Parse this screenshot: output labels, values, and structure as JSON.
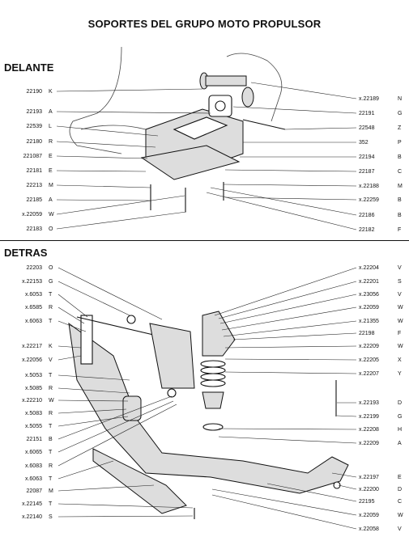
{
  "title": "SOPORTES DEL GRUPO MOTO PROPULSOR",
  "front": {
    "heading": "DELANTE",
    "left": [
      {
        "num": "22190",
        "letter": "K"
      },
      {
        "num": "22193",
        "letter": "A"
      },
      {
        "num": "22539",
        "letter": "L"
      },
      {
        "num": "22180",
        "letter": "R"
      },
      {
        "num": "221087",
        "letter": "E"
      },
      {
        "num": "22181",
        "letter": "E"
      },
      {
        "num": "22213",
        "letter": "M"
      },
      {
        "num": "22185",
        "letter": "A"
      },
      {
        "num": "x.22059",
        "letter": "W"
      },
      {
        "num": "22183",
        "letter": "O"
      }
    ],
    "right": [
      {
        "num": "x.22189",
        "letter": "N"
      },
      {
        "num": "22191",
        "letter": "G"
      },
      {
        "num": "22548",
        "letter": "Z"
      },
      {
        "num": "352",
        "letter": "P"
      },
      {
        "num": "22194",
        "letter": "B"
      },
      {
        "num": "22187",
        "letter": "C"
      },
      {
        "num": "x.22188",
        "letter": "M"
      },
      {
        "num": "x.22259",
        "letter": "B"
      },
      {
        "num": "22186",
        "letter": "B"
      },
      {
        "num": "22182",
        "letter": "F"
      }
    ]
  },
  "rear": {
    "heading": "DETRAS",
    "left": [
      {
        "num": "22203",
        "letter": "O"
      },
      {
        "num": "x.22153",
        "letter": "G"
      },
      {
        "num": "x.6053",
        "letter": "T"
      },
      {
        "num": "x.6585",
        "letter": "R"
      },
      {
        "num": "x.6063",
        "letter": "T"
      },
      {
        "num": "x.22217",
        "letter": "K"
      },
      {
        "num": "x.22056",
        "letter": "V"
      },
      {
        "num": "x.5053",
        "letter": "T"
      },
      {
        "num": "x.5085",
        "letter": "R"
      },
      {
        "num": "x.22210",
        "letter": "W"
      },
      {
        "num": "x.5083",
        "letter": "R"
      },
      {
        "num": "x.5055",
        "letter": "T"
      },
      {
        "num": "22151",
        "letter": "B"
      },
      {
        "num": "x.6065",
        "letter": "T"
      },
      {
        "num": "x.6083",
        "letter": "R"
      },
      {
        "num": "x.6063",
        "letter": "T"
      },
      {
        "num": "22087",
        "letter": "M"
      },
      {
        "num": "x.22145",
        "letter": "T"
      },
      {
        "num": "x.22140",
        "letter": "S"
      }
    ],
    "right": [
      {
        "num": "x.22204",
        "letter": "V"
      },
      {
        "num": "x.22201",
        "letter": "S"
      },
      {
        "num": "x.23056",
        "letter": "V"
      },
      {
        "num": "x.22059",
        "letter": "W"
      },
      {
        "num": "x.21355",
        "letter": "W"
      },
      {
        "num": "22198",
        "letter": "F"
      },
      {
        "num": "x.22209",
        "letter": "W"
      },
      {
        "num": "x.22205",
        "letter": "X"
      },
      {
        "num": "x.22207",
        "letter": "Y"
      },
      {
        "num": "x.22193",
        "letter": "D"
      },
      {
        "num": "x.22199",
        "letter": "G"
      },
      {
        "num": "x.22208",
        "letter": "H"
      },
      {
        "num": "x.22209",
        "letter": "A"
      },
      {
        "num": "x.22197",
        "letter": "E"
      },
      {
        "num": "x.22200",
        "letter": "D"
      },
      {
        "num": "22195",
        "letter": "C"
      },
      {
        "num": "x.22059",
        "letter": "W"
      },
      {
        "num": "x.22058",
        "letter": "V"
      }
    ]
  }
}
